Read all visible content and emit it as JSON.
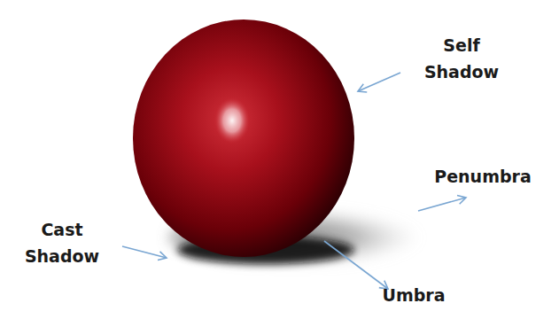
{
  "diagram": {
    "labels": [
      "Self Shadow",
      "Penumbra",
      "Cast Shadow",
      "Umbra"
    ]
  }
}
